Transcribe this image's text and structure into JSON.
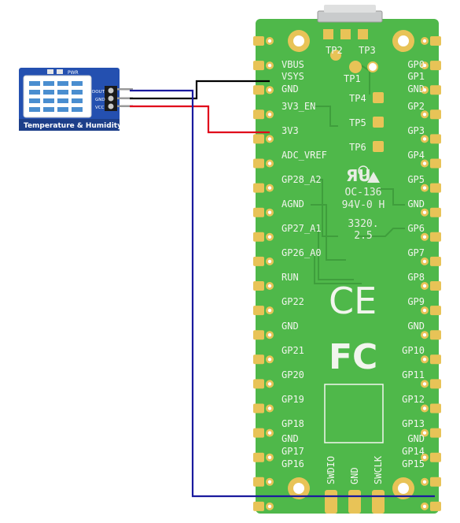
{
  "sensor": {
    "pwr_label": "PWR",
    "pins": [
      "DOUT",
      "GND",
      "VCC"
    ],
    "caption": "Temperature & Humidity"
  },
  "pico": {
    "left_pins": [
      "VBUS",
      "VSYS",
      "GND",
      "3V3_EN",
      "3V3",
      "ADC_VREF",
      "GP28_A2",
      "AGND",
      "GP27_A1",
      "GP26_A0",
      "RUN",
      "GP22",
      "GND",
      "GP21",
      "GP20",
      "GP19",
      "GP18",
      "GND",
      "GP17",
      "GP16"
    ],
    "right_pins": [
      "GP0",
      "GP1",
      "GND",
      "GP2",
      "GP3",
      "GP4",
      "GP5",
      "GND",
      "GP6",
      "GP7",
      "GP8",
      "GP9",
      "GND",
      "GP10",
      "GP11",
      "GP12",
      "GP13",
      "GND",
      "GP14",
      "GP15"
    ],
    "bottom_labels": [
      "SWDIO",
      "GND",
      "SWCLK"
    ],
    "test_points": [
      "TP2",
      "TP3",
      "TP1",
      "TP4",
      "TP5",
      "TP6"
    ],
    "markings": [
      "OC-136",
      "94V-0 H",
      "3320.",
      "2.5"
    ],
    "logos": [
      "CE",
      "FC"
    ]
  },
  "colors": {
    "board": "#4fb84a",
    "board_dark": "#3f9e3c",
    "pad": "#e8c357",
    "sensor_board": "#2450b0",
    "wire_black": "#000000",
    "wire_red": "#e0001a",
    "wire_blue": "#1a1a9e"
  }
}
